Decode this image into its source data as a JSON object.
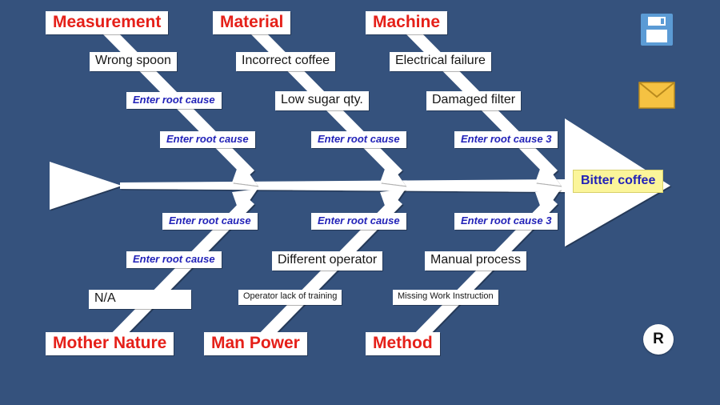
{
  "page": {
    "title": "Fishbone (Ishikawa) Diagram - Bitter coffee",
    "background_color": "#35527d"
  },
  "colors": {
    "background": "#35527d",
    "category_text": "#e52019",
    "cause_text": "#161616",
    "root_text": "#2222b8",
    "effect_fill": "#fbf59a",
    "bone": "#ffffff",
    "save_icon": "#5b9bd5",
    "mail_icon": "#f5c242"
  },
  "effect": {
    "label": "Bitter coffee"
  },
  "categories": {
    "top": [
      {
        "name": "measurement",
        "label": "Measurement"
      },
      {
        "name": "material",
        "label": "Material"
      },
      {
        "name": "machine",
        "label": "Machine"
      }
    ],
    "bottom": [
      {
        "name": "mother-nature",
        "label": "Mother Nature"
      },
      {
        "name": "man-power",
        "label": "Man Power"
      },
      {
        "name": "method",
        "label": "Method"
      }
    ]
  },
  "causes": {
    "measurement": [
      {
        "label": "Wrong spoon",
        "size": "normal"
      },
      {
        "label": "Enter root cause",
        "size": "root"
      },
      {
        "label": "Enter root cause",
        "size": "root"
      }
    ],
    "material": [
      {
        "label": "Incorrect coffee",
        "size": "normal"
      },
      {
        "label": "Low sugar qty.",
        "size": "normal"
      },
      {
        "label": "Enter root cause",
        "size": "root"
      }
    ],
    "machine": [
      {
        "label": "Electrical failure",
        "size": "normal"
      },
      {
        "label": "Damaged filter",
        "size": "normal"
      },
      {
        "label": "Enter root cause 3",
        "size": "root"
      }
    ],
    "mother_nature": [
      {
        "label": "Enter root cause",
        "size": "root"
      },
      {
        "label": "Enter root cause",
        "size": "root"
      },
      {
        "label": "N/A",
        "size": "normal"
      }
    ],
    "man_power": [
      {
        "label": "Enter root cause",
        "size": "root"
      },
      {
        "label": "Different operator",
        "size": "normal"
      },
      {
        "label": "Operator lack of training",
        "size": "small"
      }
    ],
    "method": [
      {
        "label": "Enter root cause 3",
        "size": "root"
      },
      {
        "label": "Manual process",
        "size": "normal"
      },
      {
        "label": "Missing Work Instruction",
        "size": "small"
      }
    ]
  },
  "toolbar": {
    "save_icon": "floppy-disk-save-icon",
    "mail_icon": "envelope-mail-icon"
  },
  "watermark": {
    "letter": "R"
  }
}
